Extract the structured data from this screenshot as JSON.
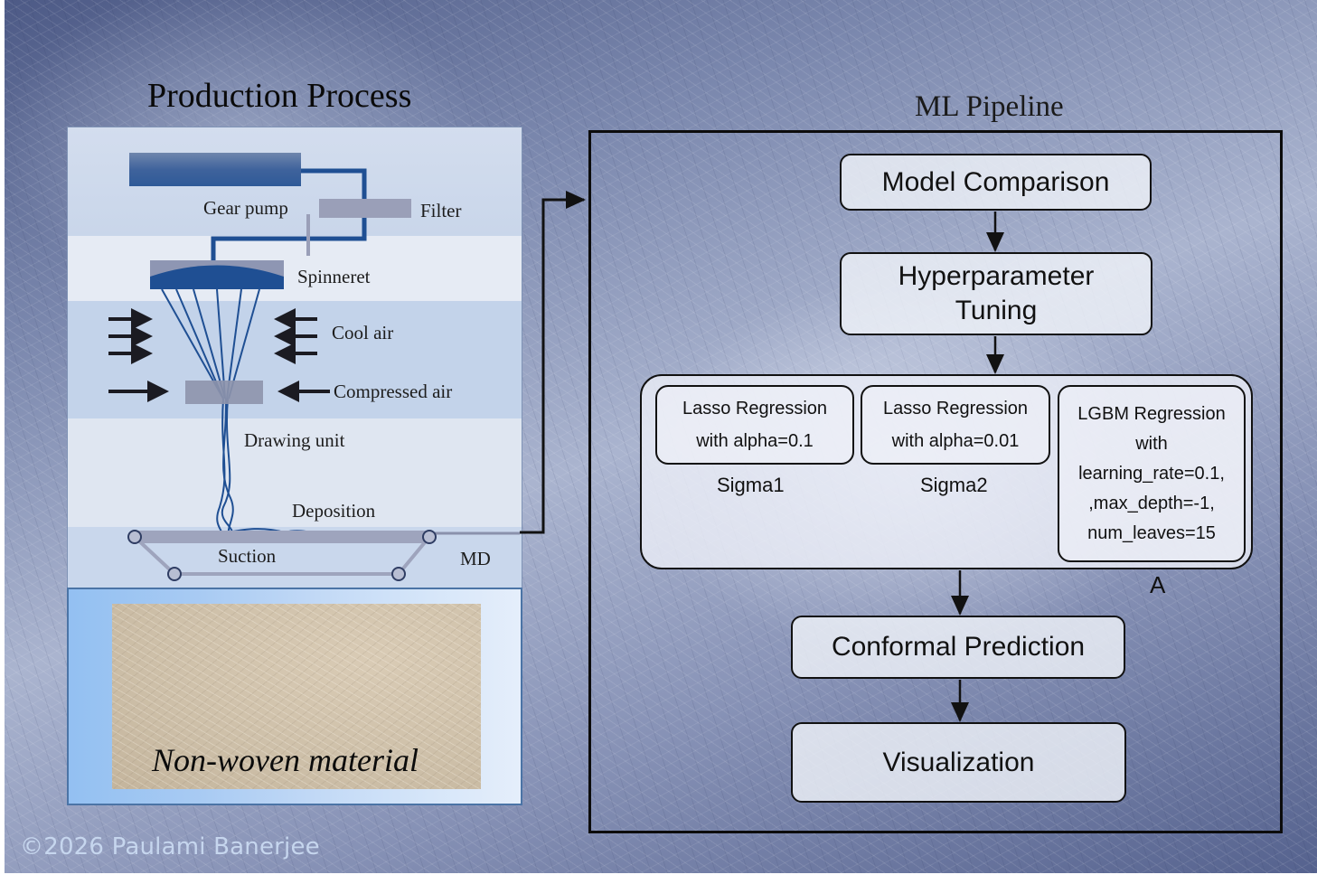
{
  "copyright": "©2026 Paulami Banerjee",
  "production": {
    "title": "Production Process",
    "labels": {
      "gear_pump": "Gear pump",
      "filter": "Filter",
      "spinneret": "Spinneret",
      "cool_air": "Cool air",
      "compressed_air": "Compressed air",
      "drawing_unit": "Drawing unit",
      "deposition": "Deposition",
      "suction": "Suction",
      "md": "MD"
    },
    "material_label": "Non-woven material",
    "colors": {
      "melt_blue": "#1f4f93",
      "component_gray": "#9a9fb8",
      "arrow": "#1b1b22"
    }
  },
  "ml_pipeline": {
    "title": "ML Pipeline",
    "steps": {
      "model_comparison": "Model Comparison",
      "hyperparameter_tuning_line1": "Hyperparameter",
      "hyperparameter_tuning_line2": "Tuning",
      "conformal_prediction": "Conformal Prediction",
      "visualization": "Visualization"
    },
    "models": [
      {
        "lines": [
          "Lasso Regression",
          "with alpha=0.1"
        ],
        "caption": "Sigma1"
      },
      {
        "lines": [
          "Lasso Regression",
          "with alpha=0.01"
        ],
        "caption": "Sigma2"
      },
      {
        "lines": [
          "LGBM Regression",
          "with",
          "learning_rate=0.1,",
          ",max_depth=-1,",
          "num_leaves=15"
        ]
      }
    ],
    "group_label": "A"
  }
}
